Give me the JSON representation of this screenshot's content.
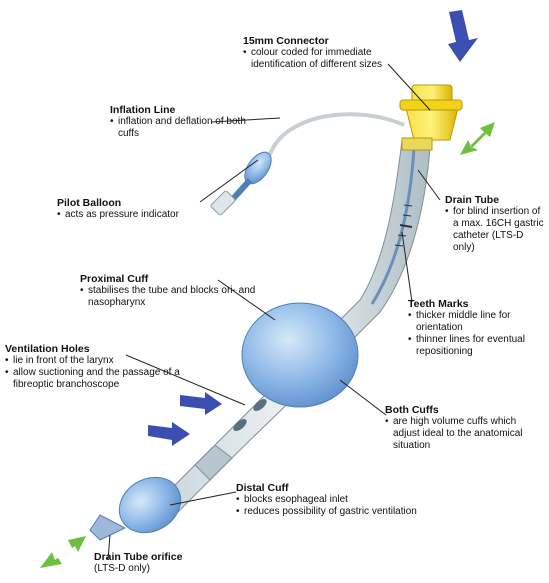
{
  "colors": {
    "arrow_blue": "#3b4fb0",
    "arrow_green": "#6fbf3f",
    "cuff_blue": "#8ab6e6",
    "connector_yellow": "#f3d21b",
    "leader": "#222222"
  },
  "labels": {
    "connector": {
      "title": "15mm Connector",
      "lines": [
        "colour coded for immediate identification of different sizes"
      ]
    },
    "inflation": {
      "title": "Inflation Line",
      "lines": [
        "inflation and deflation of both cuffs"
      ]
    },
    "pilot": {
      "title": "Pilot Balloon",
      "lines": [
        "acts as pressure indicator"
      ]
    },
    "drain": {
      "title": "Drain Tube",
      "lines": [
        "for blind insertion of a max. 16CH gastric catheter (LTS-D only)"
      ]
    },
    "proximal": {
      "title": "Proximal Cuff",
      "lines": [
        "stabilises the tube and blocks ori- and nasopharynx"
      ]
    },
    "teeth": {
      "title": "Teeth Marks",
      "lines": [
        "thicker middle line for orientation",
        "thinner lines for eventual repositioning"
      ]
    },
    "ventilation": {
      "title": "Ventilation Holes",
      "lines": [
        "lie in front of the larynx",
        "allow suctioning and the passage of a fibreoptic branchoscope"
      ]
    },
    "bothcuffs": {
      "title": "Both Cuffs",
      "lines": [
        "are high volume cuffs which adjust ideal to the anatomical situation"
      ]
    },
    "distal": {
      "title": "Distal Cuff",
      "lines": [
        "blocks esophageal inlet",
        "reduces possibility of gastric ventilation"
      ]
    },
    "orifice": {
      "title": "Drain Tube orifice",
      "plain": "(LTS-D only)"
    }
  }
}
